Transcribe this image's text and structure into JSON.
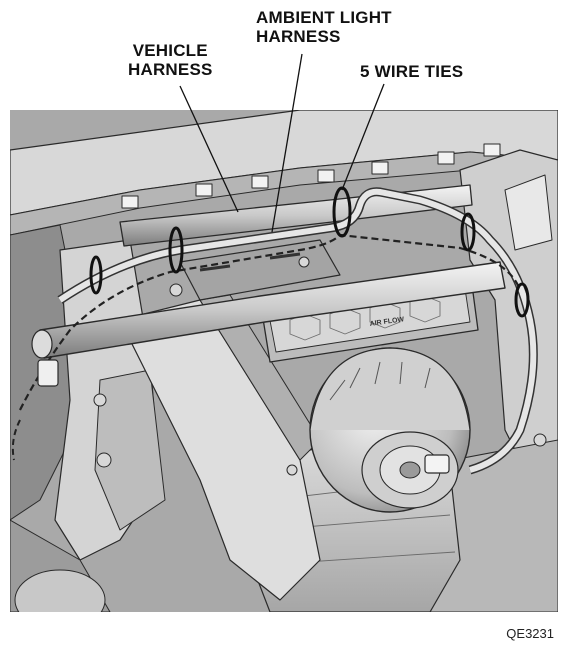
{
  "callouts": {
    "vehicle_harness": "VEHICLE\nHARNESS",
    "ambient_light_harness": "AMBIENT LIGHT\nHARNESS",
    "wire_ties": "5 WIRE TIES"
  },
  "figure_id": "QE3231",
  "panel_text": "AIR FLOW",
  "colors": {
    "metal_light": "#e6e6e6",
    "metal_mid": "#c4c4c4",
    "metal_dark": "#8e8e8e",
    "outline": "#2a2a2a",
    "shadow": "#5c5c5c"
  }
}
